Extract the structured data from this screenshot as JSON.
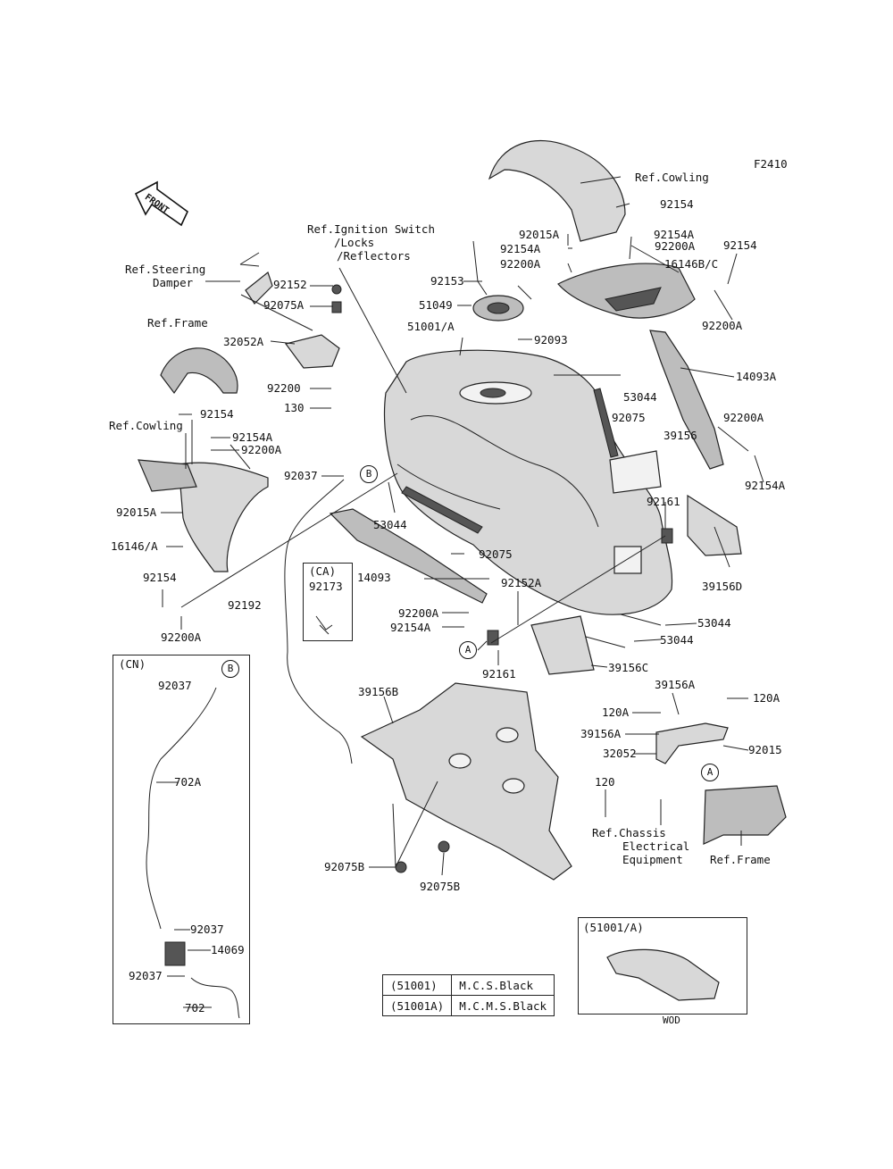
{
  "figure_code": "F2410",
  "front_arrow_text": "FRONT",
  "labels": {
    "ref_cowling_top": "Ref.Cowling",
    "n92154_top": "92154",
    "n92015A_top": "92015A",
    "n92154A_top": "92154A",
    "n92154A_mid": "92154A",
    "n92200A_top": "92200A",
    "n92200A_mid": "92200A",
    "n92154_right": "92154",
    "n16146BC": "16146B/C",
    "n92200A_right": "92200A",
    "ref_ignition": "Ref.Ignition Switch",
    "locks": "/Locks",
    "reflectors": "/Reflectors",
    "ref_steering": "Ref.Steering",
    "damper": "Damper",
    "n92152": "92152",
    "n92075A": "92075A",
    "n92153": "92153",
    "n51049": "51049",
    "n51001A": "51001/A",
    "n92093": "92093",
    "ref_frame_left": "Ref.Frame",
    "n32052A": "32052A",
    "n92200": "92200",
    "n130": "130",
    "n53044_top": "53044",
    "n14093A": "14093A",
    "n92075_right": "92075",
    "n39156": "39156",
    "n92200A_far": "92200A",
    "n92154A_far": "92154A",
    "n92154_left": "92154",
    "ref_cowling_left": "Ref.Cowling",
    "n92154A_left": "92154A",
    "n92200A_left": "92200A",
    "n92037_mid": "92037",
    "n92015A_left": "92015A",
    "n16146A": "16146/A",
    "n53044_mid": "53044",
    "n92161_top": "92161",
    "n92075_mid": "92075",
    "n39156D": "39156D",
    "ca_tag": "(CA)",
    "n92173": "92173",
    "n14093": "14093",
    "n92152A": "92152A",
    "n92154_leftlow": "92154",
    "n92200A_leftlow": "92200A",
    "n92192": "92192",
    "n92200A_low": "92200A",
    "n92154A_low": "92154A",
    "n53044_r1": "53044",
    "n53044_r2": "53044",
    "n92161_low": "92161",
    "n39156C": "39156C",
    "cn_tag": "(CN)",
    "n92037_cn1": "92037",
    "n702A": "702A",
    "n92037_cn2": "92037",
    "n14069": "14069",
    "n92037_cn3": "92037",
    "n702": "702",
    "n39156B": "39156B",
    "n39156A_top": "39156A",
    "n120A_right": "120A",
    "n120A_left": "120A",
    "n39156A_left": "39156A",
    "n32052": "32052",
    "n92015": "92015",
    "n120": "120",
    "ref_chassis": "Ref.Chassis",
    "electrical": "Electrical",
    "equipment": "Equipment",
    "ref_frame_right": "Ref.Frame",
    "n92075B_left": "92075B",
    "n92075B_right": "92075B",
    "inset_tag": "(51001/A)",
    "wod": "WOD"
  },
  "callouts": {
    "A": "A",
    "B": "B"
  },
  "legend": [
    {
      "code": "(51001)",
      "color": "M.C.S.Black"
    },
    {
      "code": "(51001A)",
      "color": "M.C.M.S.Black"
    }
  ]
}
